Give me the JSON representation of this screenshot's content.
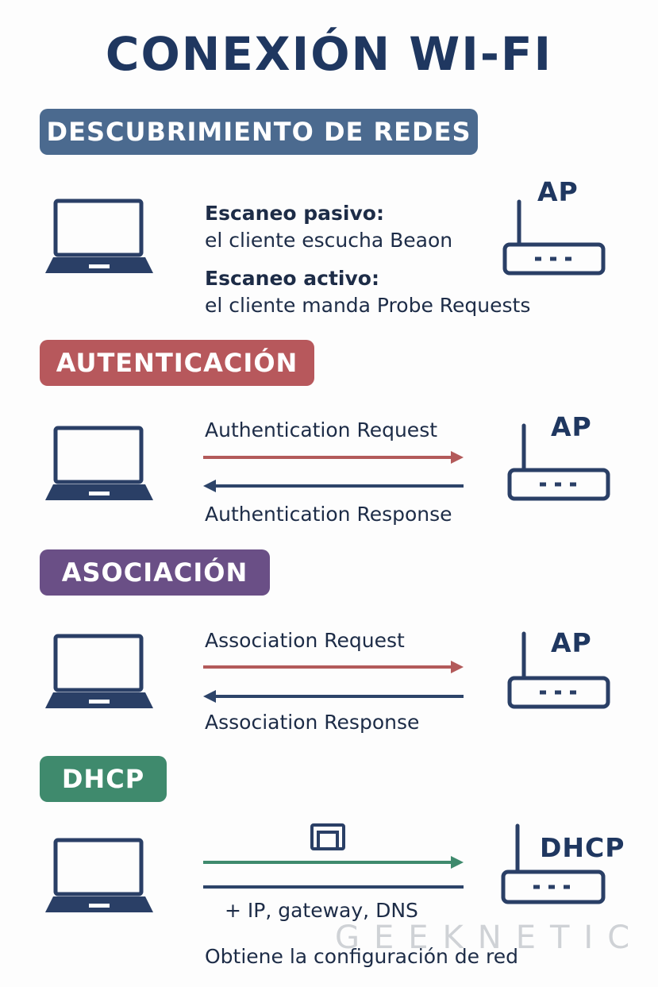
{
  "title": "CONEXIÓN WI-FI",
  "colors": {
    "discovery": "#4b6a8f",
    "authentication": "#b7585c",
    "association": "#6a4f86",
    "dhcp": "#3f8a6d",
    "navy": "#2a3f66",
    "request_arrow": "#b35a5a",
    "response_arrow": "#2d4469",
    "dhcp_arrow": "#3f8a6d"
  },
  "sections": {
    "discovery": {
      "header": "DESCUBRIMIENTO DE REDES",
      "passive_title": "Escaneo pasivo:",
      "passive_desc": "el cliente escucha Beaon",
      "active_title": "Escaneo activo:",
      "active_desc": "el cliente manda Probe Requests",
      "device_label": "AP"
    },
    "authentication": {
      "header": "AUTENTICACIÓN",
      "request": "Authentication Request",
      "response": "Authentication Response",
      "device_label": "AP"
    },
    "association": {
      "header": "ASOCIACIÓN",
      "request": "Association Request",
      "response": "Association Response",
      "device_label": "AP"
    },
    "dhcp": {
      "header": "DHCP",
      "details": "+ IP, gateway, DNS",
      "caption": "Obtiene la configuración de red",
      "device_label": "DHCP"
    }
  },
  "watermark": "GEEKNETIC"
}
